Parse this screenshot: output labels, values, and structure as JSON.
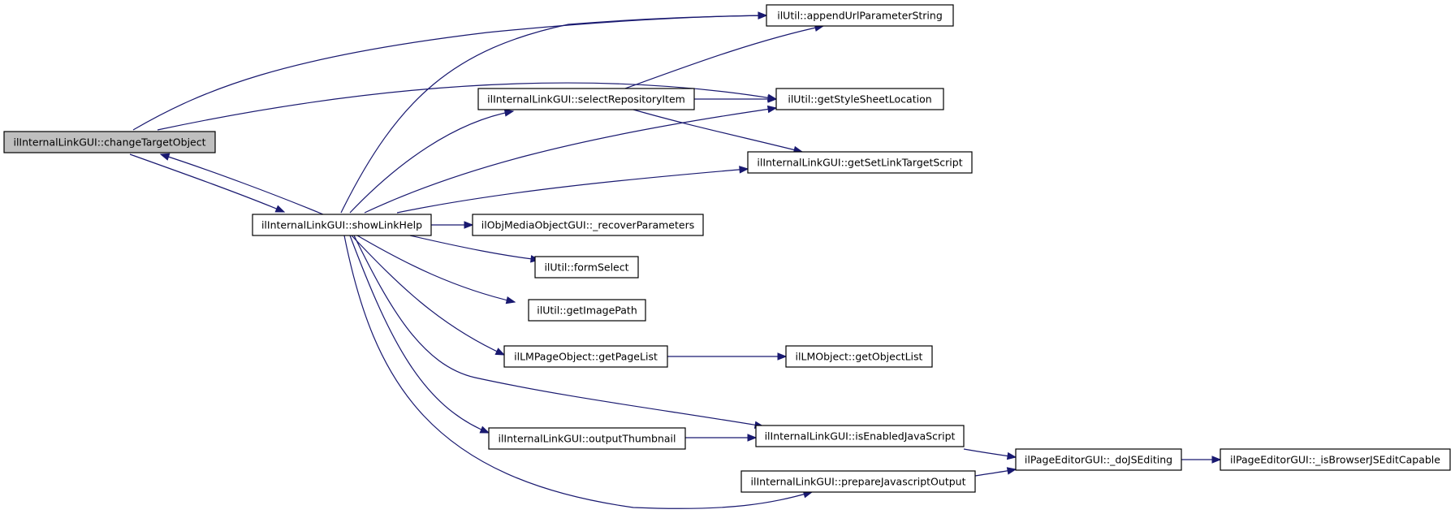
{
  "diagram": {
    "nodes": [
      {
        "id": "changeTargetObject",
        "label": "ilInternalLinkGUI::changeTargetObject",
        "highlighted": true
      },
      {
        "id": "showLinkHelp",
        "label": "ilInternalLinkGUI::showLinkHelp"
      },
      {
        "id": "selectRepositoryItem",
        "label": "ilInternalLinkGUI::selectRepositoryItem"
      },
      {
        "id": "appendUrlParameterString",
        "label": "ilUtil::appendUrlParameterString"
      },
      {
        "id": "getStyleSheetLocation",
        "label": "ilUtil::getStyleSheetLocation"
      },
      {
        "id": "getSetLinkTargetScript",
        "label": "ilInternalLinkGUI::getSetLinkTargetScript"
      },
      {
        "id": "recoverParameters",
        "label": "ilObjMediaObjectGUI::_recoverParameters"
      },
      {
        "id": "formSelect",
        "label": "ilUtil::formSelect"
      },
      {
        "id": "getImagePath",
        "label": "ilUtil::getImagePath"
      },
      {
        "id": "getPageList",
        "label": "ilLMPageObject::getPageList"
      },
      {
        "id": "getObjectList",
        "label": "ilLMObject::getObjectList"
      },
      {
        "id": "outputThumbnail",
        "label": "ilInternalLinkGUI::outputThumbnail"
      },
      {
        "id": "isEnabledJavaScript",
        "label": "ilInternalLinkGUI::isEnabledJavaScript"
      },
      {
        "id": "prepareJavascriptOutput",
        "label": "ilInternalLinkGUI::prepareJavascriptOutput"
      },
      {
        "id": "doJSEditing",
        "label": "ilPageEditorGUI::_doJSEditing"
      },
      {
        "id": "isBrowserJSEditCapable",
        "label": "ilPageEditorGUI::_isBrowserJSEditCapable"
      }
    ],
    "edges": [
      {
        "from": "changeTargetObject",
        "to": "appendUrlParameterString"
      },
      {
        "from": "changeTargetObject",
        "to": "getStyleSheetLocation"
      },
      {
        "from": "changeTargetObject",
        "to": "showLinkHelp"
      },
      {
        "from": "showLinkHelp",
        "to": "changeTargetObject"
      },
      {
        "from": "showLinkHelp",
        "to": "appendUrlParameterString"
      },
      {
        "from": "showLinkHelp",
        "to": "selectRepositoryItem"
      },
      {
        "from": "showLinkHelp",
        "to": "getStyleSheetLocation"
      },
      {
        "from": "showLinkHelp",
        "to": "getSetLinkTargetScript"
      },
      {
        "from": "showLinkHelp",
        "to": "recoverParameters"
      },
      {
        "from": "showLinkHelp",
        "to": "formSelect"
      },
      {
        "from": "showLinkHelp",
        "to": "getImagePath"
      },
      {
        "from": "showLinkHelp",
        "to": "getPageList"
      },
      {
        "from": "showLinkHelp",
        "to": "isEnabledJavaScript"
      },
      {
        "from": "showLinkHelp",
        "to": "outputThumbnail"
      },
      {
        "from": "showLinkHelp",
        "to": "prepareJavascriptOutput"
      },
      {
        "from": "selectRepositoryItem",
        "to": "appendUrlParameterString"
      },
      {
        "from": "selectRepositoryItem",
        "to": "getStyleSheetLocation"
      },
      {
        "from": "selectRepositoryItem",
        "to": "getSetLinkTargetScript"
      },
      {
        "from": "getPageList",
        "to": "getObjectList"
      },
      {
        "from": "outputThumbnail",
        "to": "isEnabledJavaScript"
      },
      {
        "from": "isEnabledJavaScript",
        "to": "doJSEditing"
      },
      {
        "from": "prepareJavascriptOutput",
        "to": "doJSEditing"
      },
      {
        "from": "doJSEditing",
        "to": "isBrowserJSEditCapable"
      }
    ],
    "colors": {
      "edge": "#191970",
      "highlight_fill": "#bfbfbf",
      "node_border": "#000000"
    }
  }
}
